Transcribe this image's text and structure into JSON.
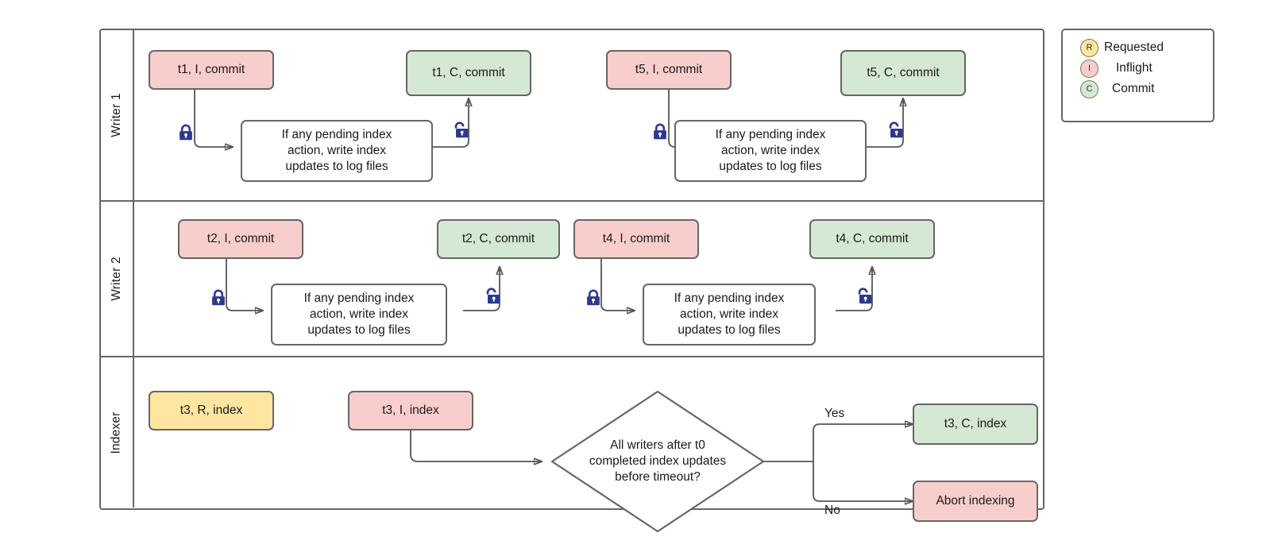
{
  "diagram": {
    "title": "Writer/Indexer swimlane flow",
    "colors": {
      "inflight": "#f8cecc",
      "commit": "#d5e8d4",
      "requested": "#ffe6a0",
      "stroke": "#666666",
      "connector": "#555555",
      "lock": "#2b3a8f"
    },
    "lanes": [
      {
        "name": "Writer 1",
        "nodes": [
          {
            "id": "w1-n1",
            "label": "t1, I, commit",
            "style": "inflight"
          },
          {
            "id": "w1-n2",
            "label": "If any pending index action, write index updates to log files",
            "style": "process"
          },
          {
            "id": "w1-n3",
            "label": "t1, C, commit",
            "style": "commit"
          },
          {
            "id": "w1-n4",
            "label": "t5, I, commit",
            "style": "inflight"
          },
          {
            "id": "w1-n5",
            "label": "If any pending index action, write index updates to log files",
            "style": "process"
          },
          {
            "id": "w1-n6",
            "label": "t5, C, commit",
            "style": "commit"
          }
        ],
        "locks": [
          {
            "id": "w1-lock1",
            "state": "locked"
          },
          {
            "id": "w1-lock2",
            "state": "unlocked"
          },
          {
            "id": "w1-lock3",
            "state": "locked"
          },
          {
            "id": "w1-lock4",
            "state": "unlocked"
          }
        ]
      },
      {
        "name": "Writer 2",
        "nodes": [
          {
            "id": "w2-n1",
            "label": "t2, I, commit",
            "style": "inflight"
          },
          {
            "id": "w2-n2",
            "label": "If any pending index action, write index updates to log files",
            "style": "process"
          },
          {
            "id": "w2-n3",
            "label": "t2, C, commit",
            "style": "commit"
          },
          {
            "id": "w2-n4",
            "label": "t4, I, commit",
            "style": "inflight"
          },
          {
            "id": "w2-n5",
            "label": "If any pending index action, write index updates to log files",
            "style": "process"
          },
          {
            "id": "w2-n6",
            "label": "t4, C, commit",
            "style": "commit"
          }
        ],
        "locks": [
          {
            "id": "w2-lock1",
            "state": "locked"
          },
          {
            "id": "w2-lock2",
            "state": "unlocked"
          },
          {
            "id": "w2-lock3",
            "state": "locked"
          },
          {
            "id": "w2-lock4",
            "state": "unlocked"
          }
        ]
      },
      {
        "name": "Indexer",
        "nodes": [
          {
            "id": "ix-n1",
            "label": "t3, R, index",
            "style": "requested"
          },
          {
            "id": "ix-n2",
            "label": "t3, I, index",
            "style": "inflight"
          },
          {
            "id": "ix-n3",
            "label": "All writers after t0 completed index updates before timeout?",
            "style": "decision"
          },
          {
            "id": "ix-n4",
            "label": "t3, C, index",
            "style": "commit"
          },
          {
            "id": "ix-n5",
            "label": "Abort indexing",
            "style": "inflight"
          }
        ],
        "edge_labels": {
          "yes": "Yes",
          "no": "No"
        }
      }
    ],
    "decision_lines": {
      "line1": "All writers after t0",
      "line2": "completed index updates",
      "line3": "before timeout?"
    },
    "process_lines": {
      "line1": "If any pending index",
      "line2": "action, write index",
      "line3": "updates to log files"
    }
  },
  "legend": {
    "items": [
      {
        "code": "R",
        "label": "Requested",
        "color": "#ffe6a0"
      },
      {
        "code": "I",
        "label": "Inflight",
        "color": "#f8cecc"
      },
      {
        "code": "C",
        "label": "Commit",
        "color": "#d5e8d4"
      }
    ]
  }
}
